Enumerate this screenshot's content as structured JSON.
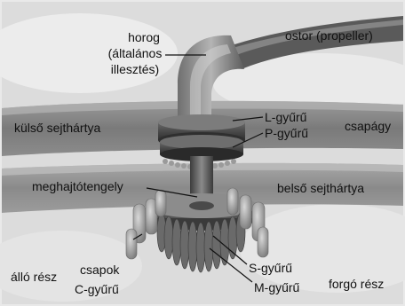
{
  "labels": {
    "horog": "horog",
    "horog_sub1": "(általános",
    "horog_sub2": "illesztés)",
    "ostor": "ostor (propeller)",
    "kulso": "külső sejthártya",
    "l_gyuru": "L-gyűrű",
    "p_gyuru": "P-gyűrű",
    "csapagy": "csapágy",
    "meghajto": "meghajtótengely",
    "belso": "belső sejthártya",
    "allo": "álló rész",
    "csapok": "csapok",
    "c_gyuru": "C-gyűrű",
    "s_gyuru": "S-gyűrű",
    "m_gyuru": "M-gyűrű",
    "forgo": "forgó rész"
  }
}
